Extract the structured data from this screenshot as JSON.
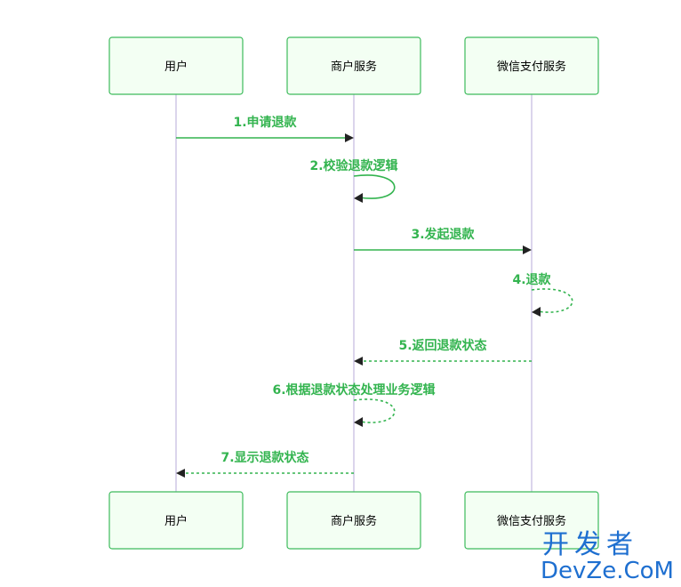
{
  "actors": [
    {
      "id": "user",
      "label": "用户"
    },
    {
      "id": "merchant",
      "label": "商户服务"
    },
    {
      "id": "wechat",
      "label": "微信支付服务"
    }
  ],
  "messages": [
    {
      "label": "1.申请退款",
      "from": "user",
      "to": "merchant",
      "style": "solid"
    },
    {
      "label": "2.校验退款逻辑",
      "from": "merchant",
      "to": "merchant",
      "style": "solid"
    },
    {
      "label": "3.发起退款",
      "from": "merchant",
      "to": "wechat",
      "style": "solid"
    },
    {
      "label": "4.退款",
      "from": "wechat",
      "to": "wechat",
      "style": "dashed"
    },
    {
      "label": "5.返回退款状态",
      "from": "wechat",
      "to": "merchant",
      "style": "dashed"
    },
    {
      "label": "6.根据退款状态处理业务逻辑",
      "from": "merchant",
      "to": "merchant",
      "style": "dashed"
    },
    {
      "label": "7.显示退款状态",
      "from": "merchant",
      "to": "user",
      "style": "dashed"
    }
  ],
  "watermark": {
    "line1": "开发者",
    "line2": "DevZe.CoM"
  },
  "colors": {
    "actor_border": "#3dbb5c",
    "actor_fill": "#f3fff3",
    "lifeline": "#c3b9e0",
    "message": "#33b44f",
    "watermark": "#1e6fd0"
  }
}
